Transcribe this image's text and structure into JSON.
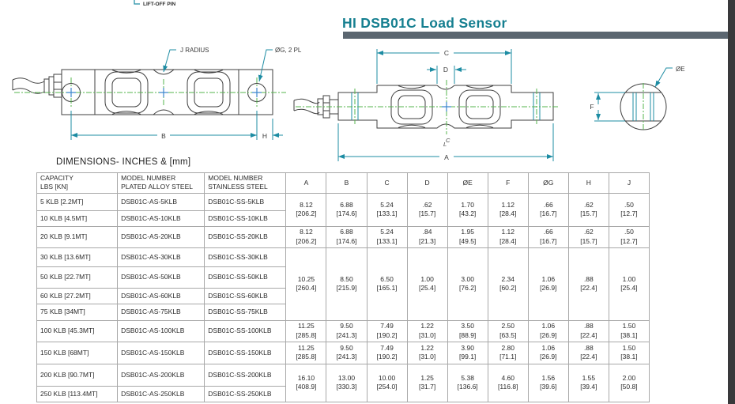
{
  "page": {
    "title": "HI DSB01C Load Sensor"
  },
  "colors": {
    "accent_teal": "#157f90",
    "dim_line_teal": "#1d8ca3",
    "centerline_green": "#54b54c",
    "center_cross_blue": "#3c87cd",
    "outline_gray": "#3f3f3f",
    "title_bar_gray": "#5b6670",
    "edge_band_dark": "#39393b",
    "table_border_gray": "#a8a8a8"
  },
  "callout_fragment": {
    "label": "LIFT-OFF PIN"
  },
  "drawings": {
    "side_view": {
      "j_radius_label": "J RADIUS",
      "og_label": "ØG, 2 PL",
      "b_label": "B",
      "h_label": "H"
    },
    "top_view": {
      "c_label": "C",
      "d_label": "D",
      "a_label": "A",
      "centerline_symbol": {
        "c": "C",
        "l": "L"
      }
    },
    "end_view": {
      "oe_label": "ØE",
      "f_label": "F"
    }
  },
  "table": {
    "caption": "DIMENSIONS- INCHES & [mm]",
    "headers": {
      "capacity": "CAPACITY\nLBS [KN]",
      "plated": "MODEL NUMBER\nPLATED ALLOY STEEL",
      "stainless": "MODEL NUMBER\nSTAINLESS STEEL",
      "dims": [
        "A",
        "B",
        "C",
        "D",
        "ØE",
        "F",
        "ØG",
        "H",
        "J"
      ]
    },
    "rows": [
      {
        "capacity": "5 KLB [2.2MT]",
        "plated": "DSB01C-AS-5KLB",
        "stainless": "DSB01C-SS-5KLB"
      },
      {
        "capacity": "10 KLB [4.5MT]",
        "plated": "DSB01C-AS-10KLB",
        "stainless": "DSB01C-SS-10KLB"
      },
      {
        "capacity": "20 KLB [9.1MT]",
        "plated": "DSB01C-AS-20KLB",
        "stainless": "DSB01C-SS-20KLB"
      },
      {
        "capacity": "30 KLB [13.6MT]",
        "plated": "DSB01C-AS-30KLB",
        "stainless": "DSB01C-SS-30KLB"
      },
      {
        "capacity": "50 KLB [22.7MT]",
        "plated": "DSB01C-AS-50KLB",
        "stainless": "DSB01C-SS-50KLB"
      },
      {
        "capacity": "60 KLB [27.2MT]",
        "plated": "DSB01C-AS-60KLB",
        "stainless": "DSB01C-SS-60KLB"
      },
      {
        "capacity": "75 KLB [34MT]",
        "plated": "DSB01C-AS-75KLB",
        "stainless": "DSB01C-SS-75KLB"
      },
      {
        "capacity": "100 KLB [45.3MT]",
        "plated": "DSB01C-AS-100KLB",
        "stainless": "DSB01C-SS-100KLB"
      },
      {
        "capacity": "150 KLB [68MT]",
        "plated": "DSB01C-AS-150KLB",
        "stainless": "DSB01C-SS-150KLB"
      },
      {
        "capacity": "200 KLB [90.7MT]",
        "plated": "DSB01C-AS-200KLB",
        "stainless": "DSB01C-SS-200KLB"
      },
      {
        "capacity": "250 KLB [113.4MT]",
        "plated": "DSB01C-AS-250KLB",
        "stainless": "DSB01C-SS-250KLB"
      }
    ],
    "dim_groups": [
      {
        "rows": "5-10 KLB",
        "span": 2,
        "vals": [
          "8.12\n[206.2]",
          "6.88\n[174.6]",
          "5.24\n[133.1]",
          ".62\n[15.7]",
          "1.70\n[43.2]",
          "1.12\n[28.4]",
          ".66\n[16.7]",
          ".62\n[15.7]",
          ".50\n[12.7]"
        ]
      },
      {
        "rows": "20 KLB",
        "span": 1,
        "vals": [
          "8.12\n[206.2]",
          "6.88\n[174.6]",
          "5.24\n[133.1]",
          ".84\n[21.3]",
          "1.95\n[49.5]",
          "1.12\n[28.4]",
          ".66\n[16.7]",
          ".62\n[15.7]",
          ".50\n[12.7]"
        ]
      },
      {
        "rows": "30-75 KLB",
        "span": 4,
        "vals": [
          "10.25\n[260.4]",
          "8.50\n[215.9]",
          "6.50\n[165.1]",
          "1.00\n[25.4]",
          "3.00\n[76.2]",
          "2.34\n[60.2]",
          "1.06\n[26.9]",
          ".88\n[22.4]",
          "1.00\n[25.4]"
        ]
      },
      {
        "rows": "100 KLB",
        "span": 1,
        "vals": [
          "11.25\n[285.8]",
          "9.50\n[241.3]",
          "7.49\n[190.2]",
          "1.22\n[31.0]",
          "3.50\n[88.9]",
          "2.50\n[63.5]",
          "1.06\n[26.9]",
          ".88\n[22.4]",
          "1.50\n[38.1]"
        ]
      },
      {
        "rows": "150 KLB",
        "span": 1,
        "vals": [
          "11.25\n[285.8]",
          "9.50\n[241.3]",
          "7.49\n[190.2]",
          "1.22\n[31.0]",
          "3.90\n[99.1]",
          "2.80\n[71.1]",
          "1.06\n[26.9]",
          ".88\n[22.4]",
          "1.50\n[38.1]"
        ]
      },
      {
        "rows": "200-250 KLB",
        "span": 2,
        "vals": [
          "16.10\n[408.9]",
          "13.00\n[330.3]",
          "10.00\n[254.0]",
          "1.25\n[31.7]",
          "5.38\n[136.6]",
          "4.60\n[116.8]",
          "1.56\n[39.6]",
          "1.55\n[39.4]",
          "2.00\n[50.8]"
        ]
      }
    ]
  }
}
